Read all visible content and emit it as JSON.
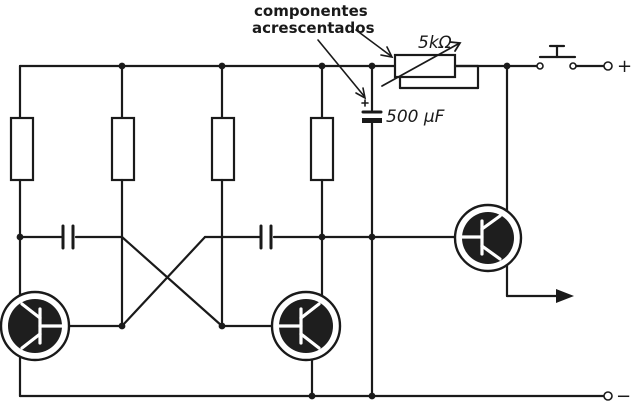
{
  "labels": {
    "annotation_line1": "componentes",
    "annotation_line2": "acrescentados",
    "potentiometer_value": "5kΩ",
    "capacitor_value": "500 μF",
    "positive_terminal": "+",
    "negative_terminal": "−"
  },
  "colors": {
    "ink": "#1a1a1a",
    "paper": "#ffffff"
  }
}
